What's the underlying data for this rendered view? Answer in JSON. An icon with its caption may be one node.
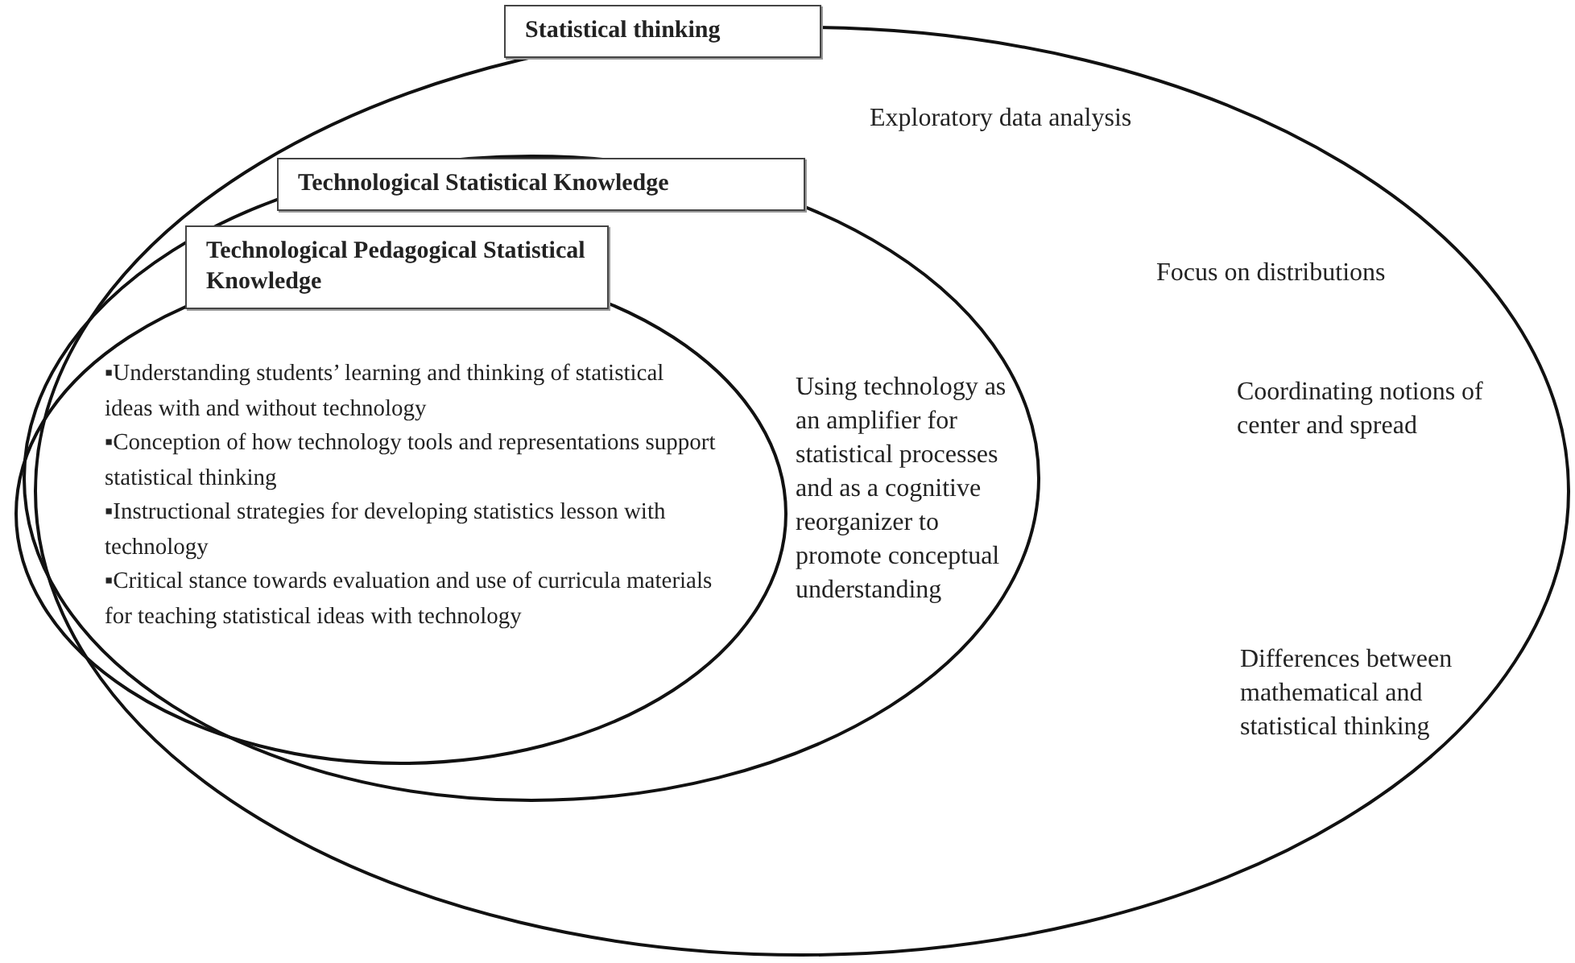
{
  "diagram": {
    "nodes": [
      {
        "text": [
          "Statistical thinking",
          "Exploratory data analysis",
          "Focus on distributions",
          "Coordinating notions of center and spread",
          "Differences between mathematical and statistical thinking"
        ]
      },
      {
        "text": [
          "Technological Statistical Knowledge",
          "Using technology as an amplifier for statistical processes and as a cognitive reorganizer to promote conceptual understanding"
        ],
        "in": 0
      },
      {
        "text": [
          "Technological Pedagogical Statistical Knowledge",
          "▪Understanding students’ learning and thinking of statistical ideas with and without technology",
          "▪Conception of how technology tools and representations support statistical thinking",
          "▪Instructional strategies for developing statistics lesson with technology",
          "▪Critical stance towards evaluation and use of curricula materials for teaching statistical ideas with technology"
        ],
        "in": 1
      }
    ],
    "edges": []
  }
}
